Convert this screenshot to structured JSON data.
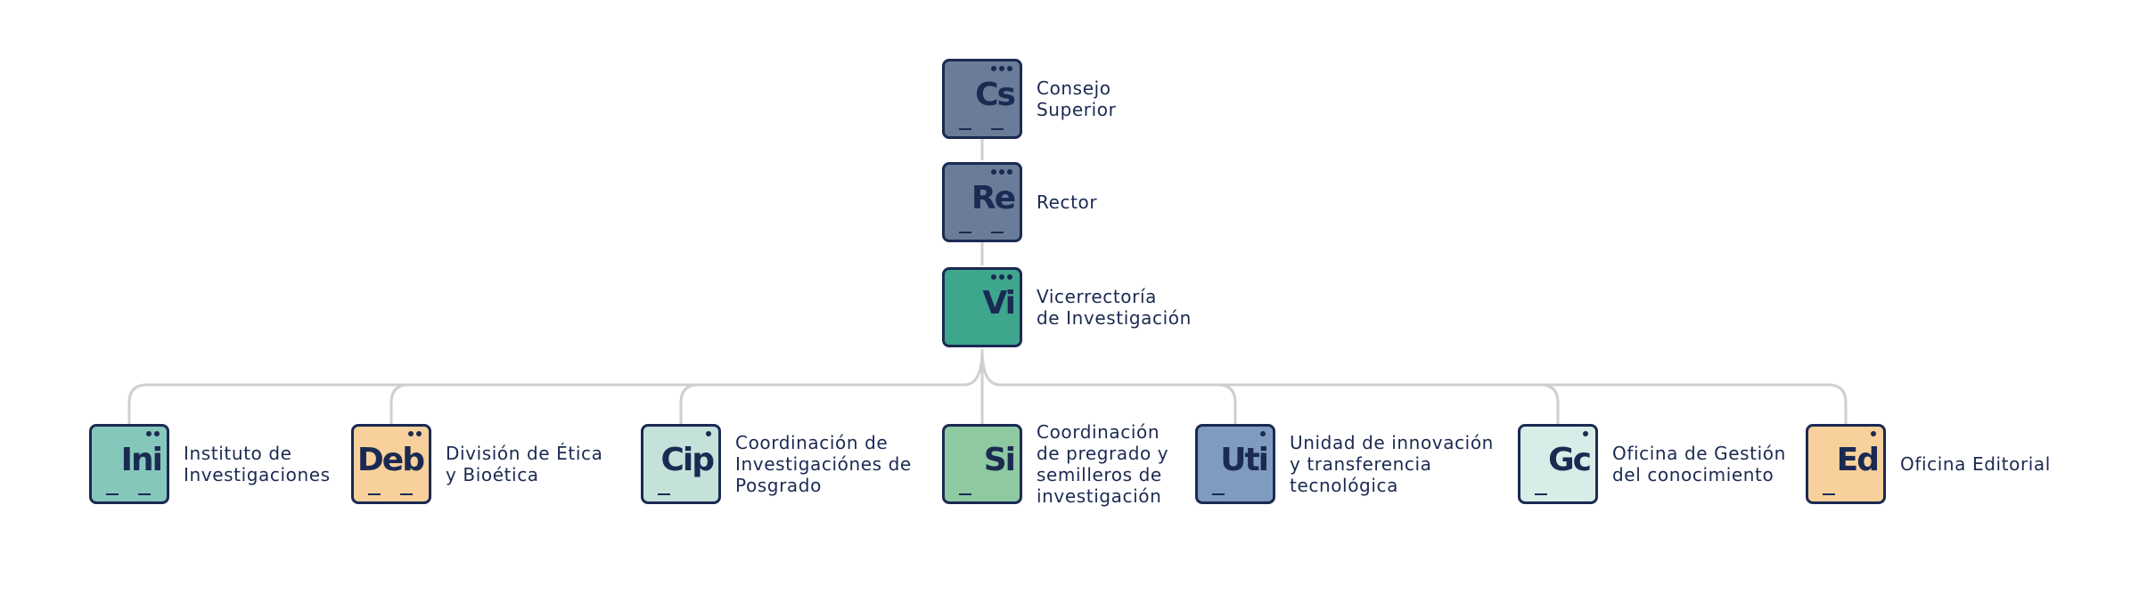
{
  "nodes": [
    {
      "id": "cs",
      "symbol": "Cs",
      "label_lines": [
        "Consejo",
        "Superior"
      ],
      "color": "#6b7c99",
      "dots": 3,
      "dashes": 2
    },
    {
      "id": "re",
      "symbol": "Re",
      "label_lines": [
        "Rector"
      ],
      "color": "#6b7c99",
      "dots": 3,
      "dashes": 2
    },
    {
      "id": "vi",
      "symbol": "Vi",
      "label_lines": [
        "Vicerrectoría",
        "de Investigación"
      ],
      "color": "#3fa68e",
      "dots": 3,
      "dashes": 0
    },
    {
      "id": "ini",
      "symbol": "Ini",
      "label_lines": [
        "Instituto de",
        "Investigaciones"
      ],
      "color": "#85c8bb",
      "dots": 2,
      "dashes": 2
    },
    {
      "id": "deb",
      "symbol": "Deb",
      "label_lines": [
        "División de Ética",
        "y Bioética"
      ],
      "color": "#f8d09b",
      "dots": 2,
      "dashes": 2
    },
    {
      "id": "cip",
      "symbol": "Cip",
      "label_lines": [
        "Coordinación de",
        "Investigaciónes de",
        "Posgrado"
      ],
      "color": "#c4e2da",
      "dots": 1,
      "dashes": 1
    },
    {
      "id": "si",
      "symbol": "Si",
      "label_lines": [
        "Coordinación",
        "de pregrado y",
        "semilleros de",
        "investigación"
      ],
      "color": "#8ec9a1",
      "dots": 0,
      "dashes": 1
    },
    {
      "id": "uti",
      "symbol": "Uti",
      "label_lines": [
        "Unidad de innovación",
        "y transferencia",
        "tecnológica"
      ],
      "color": "#7f9bbf",
      "dots": 1,
      "dashes": 1
    },
    {
      "id": "gc",
      "symbol": "Gc",
      "label_lines": [
        "Oficina de Gestión",
        "del conocimiento"
      ],
      "color": "#d8ece8",
      "dots": 1,
      "dashes": 1
    },
    {
      "id": "ed",
      "symbol": "Ed",
      "label_lines": [
        "Oficina Editorial"
      ],
      "color": "#f8d09b",
      "dots": 1,
      "dashes": 1
    }
  ],
  "edges": [
    [
      "cs",
      "re"
    ],
    [
      "re",
      "vi"
    ],
    [
      "vi",
      "ini"
    ],
    [
      "vi",
      "deb"
    ],
    [
      "vi",
      "cip"
    ],
    [
      "vi",
      "si"
    ],
    [
      "vi",
      "uti"
    ],
    [
      "vi",
      "gc"
    ],
    [
      "vi",
      "ed"
    ]
  ],
  "colors": {
    "border": "#1b2a52",
    "connector": "#cfcfcf"
  }
}
